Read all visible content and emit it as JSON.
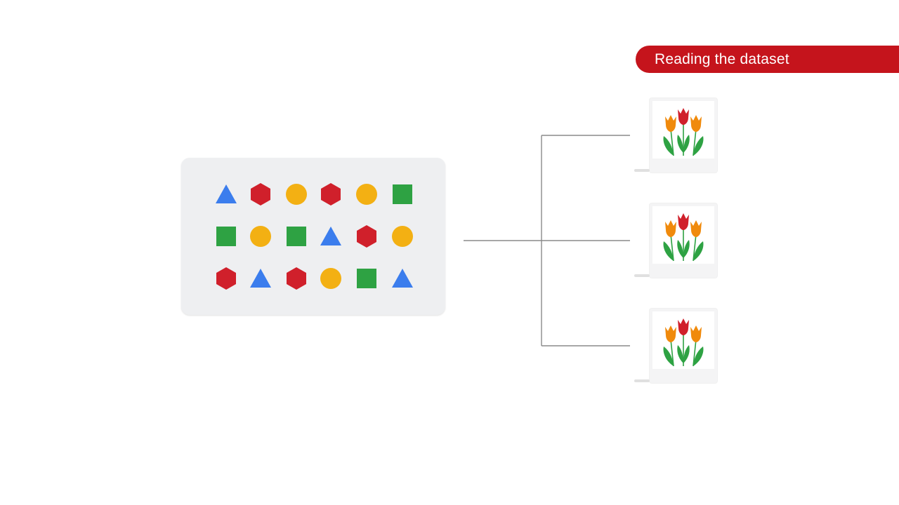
{
  "banner": {
    "title": "Reading the dataset",
    "color": "#c5141c"
  },
  "colors": {
    "triangle": "#3b7ded",
    "hexagon": "#d0202b",
    "circle": "#f3b013",
    "square": "#2ea243",
    "connector": "#8a8a8a",
    "panel": "#eeeff1"
  },
  "dataset": {
    "rows": [
      [
        "triangle",
        "hexagon",
        "circle",
        "hexagon",
        "circle",
        "square"
      ],
      [
        "square",
        "circle",
        "square",
        "triangle",
        "hexagon",
        "circle"
      ],
      [
        "hexagon",
        "triangle",
        "hexagon",
        "circle",
        "square",
        "triangle"
      ]
    ]
  },
  "outputs": [
    {
      "icon": "tulip-flowers-icon"
    },
    {
      "icon": "tulip-flowers-icon"
    },
    {
      "icon": "tulip-flowers-icon"
    }
  ]
}
